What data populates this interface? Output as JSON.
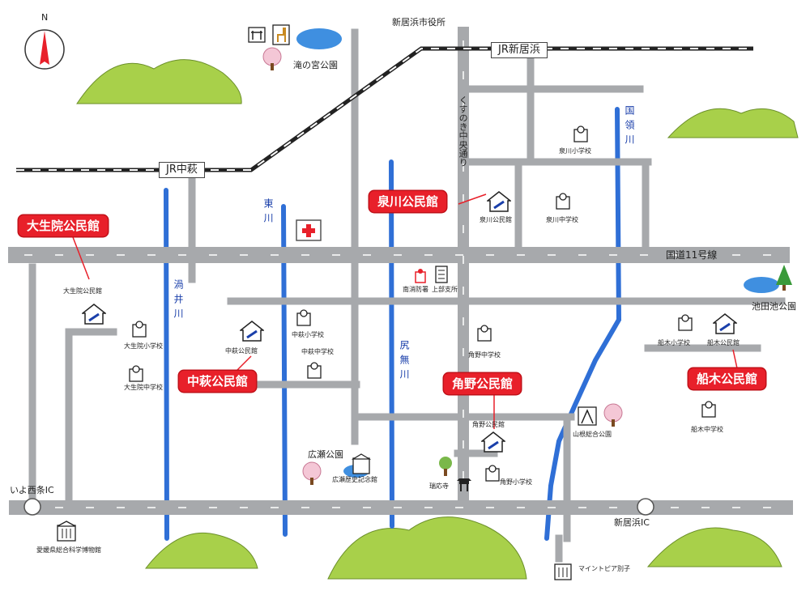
{
  "compass": {
    "label": "N"
  },
  "stations": {
    "jr_niihama": "JR新居浜",
    "jr_nakahagi": "JR中萩"
  },
  "roads": {
    "national_11": "国道11号線",
    "kusunoki": "くすのき中央通り"
  },
  "rivers": {
    "higashi": "東川",
    "uzui": "渦井川",
    "shiri_nashi": "尻無川",
    "kokuryo": "国領川"
  },
  "interchanges": {
    "iyo_saijo": "いよ西条IC",
    "niihama": "新居浜IC"
  },
  "community_centers": {
    "izumikawa": {
      "callout": "泉川公民館",
      "label": "泉川公民館"
    },
    "ojoin": {
      "callout": "大生院公民館",
      "label": "大生院公民館"
    },
    "nakahagi": {
      "callout": "中萩公民館",
      "label": "中萩公民館"
    },
    "sumino": {
      "callout": "角野公民館",
      "label": "角野公民館"
    },
    "funaki": {
      "callout": "船木公民館",
      "label": "船木公民館"
    }
  },
  "places": {
    "city_hall": "新居浜市役所",
    "takinomiya_park": "滝の宮公園",
    "izumikawa_elem": "泉川小学校",
    "izumikawa_jhs": "泉川中学校",
    "nanshu_fire": "南消防署",
    "joubu_branch": "上部支所",
    "ikedaike_park": "池田池公園",
    "ojoin_elem": "大生院小学校",
    "ojoin_jhs": "大生院中学校",
    "nakahagi_elem": "中萩小学校",
    "nakahagi_jhs": "中萩中学校",
    "sumino_jhs": "角野中学校",
    "sumino_elem": "角野小学校",
    "funaki_elem": "船木小学校",
    "funaki_jhs": "船木中学校",
    "yamane_park": "山根総合公園",
    "hirose_park": "広瀬公園",
    "hirose_museum": "広瀬歴史記念館",
    "zuiouji": "瑞応寺",
    "science_museum": "愛媛県総合科学博物館",
    "mine_topia": "マイントピア別子"
  },
  "colors": {
    "road": "#a7a9ac",
    "river": "#2f6fd6",
    "hill": "#a8d04a",
    "callout": "#e8202a",
    "rail": "#222222"
  }
}
